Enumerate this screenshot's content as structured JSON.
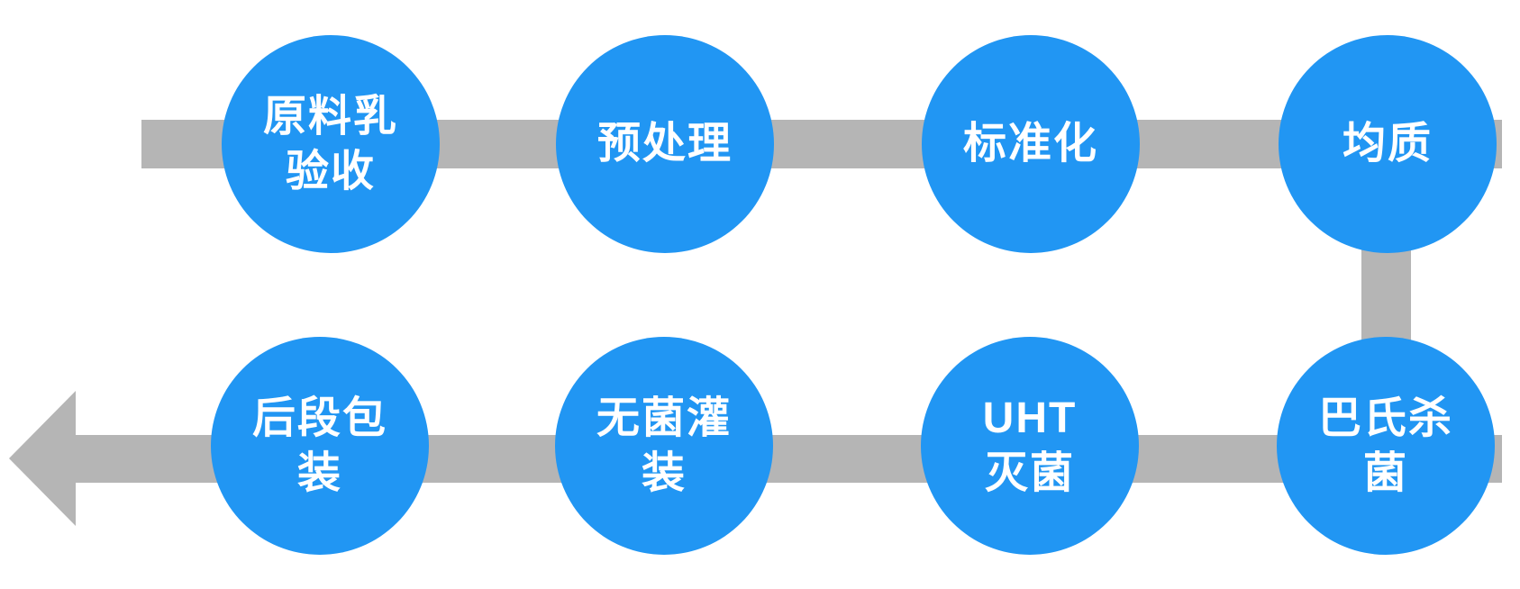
{
  "diagram": {
    "type": "process-flowchart",
    "subject": "UHT milk production process flow",
    "flow_order_note": "top row flows left to right, turns down at right side, bottom row flows right to left, exits via left-pointing arrow",
    "colors": {
      "node-fill": "#2196F3",
      "connector": "#B5B5B5",
      "node-text": "#FFFFFF",
      "background": "#FFFFFF"
    }
  },
  "nodes": [
    {
      "step": 1,
      "id": "raw-milk-acceptance",
      "label": "原料乳\n验收",
      "row": "top"
    },
    {
      "step": 2,
      "id": "pretreatment",
      "label": "预处理",
      "row": "top"
    },
    {
      "step": 3,
      "id": "standardization",
      "label": "标准化",
      "row": "top"
    },
    {
      "step": 4,
      "id": "homogenization",
      "label": "均质",
      "row": "top"
    },
    {
      "step": 5,
      "id": "pasteurization",
      "label": "巴氏杀\n菌",
      "row": "bottom"
    },
    {
      "step": 6,
      "id": "uht-sterilization",
      "label": "UHT\n灭菌",
      "row": "bottom"
    },
    {
      "step": 7,
      "id": "aseptic-filling",
      "label": "无菌灌\n装",
      "row": "bottom"
    },
    {
      "step": 8,
      "id": "final-packaging",
      "label": "后段包\n装",
      "row": "bottom"
    }
  ],
  "connectors": [
    {
      "id": "top-bar",
      "shape": "horizontal-bar"
    },
    {
      "id": "right-drop",
      "shape": "vertical-bar"
    },
    {
      "id": "bottom-bar",
      "shape": "horizontal-bar"
    },
    {
      "id": "exit-arrow",
      "shape": "left-pointing-arrowhead"
    }
  ]
}
